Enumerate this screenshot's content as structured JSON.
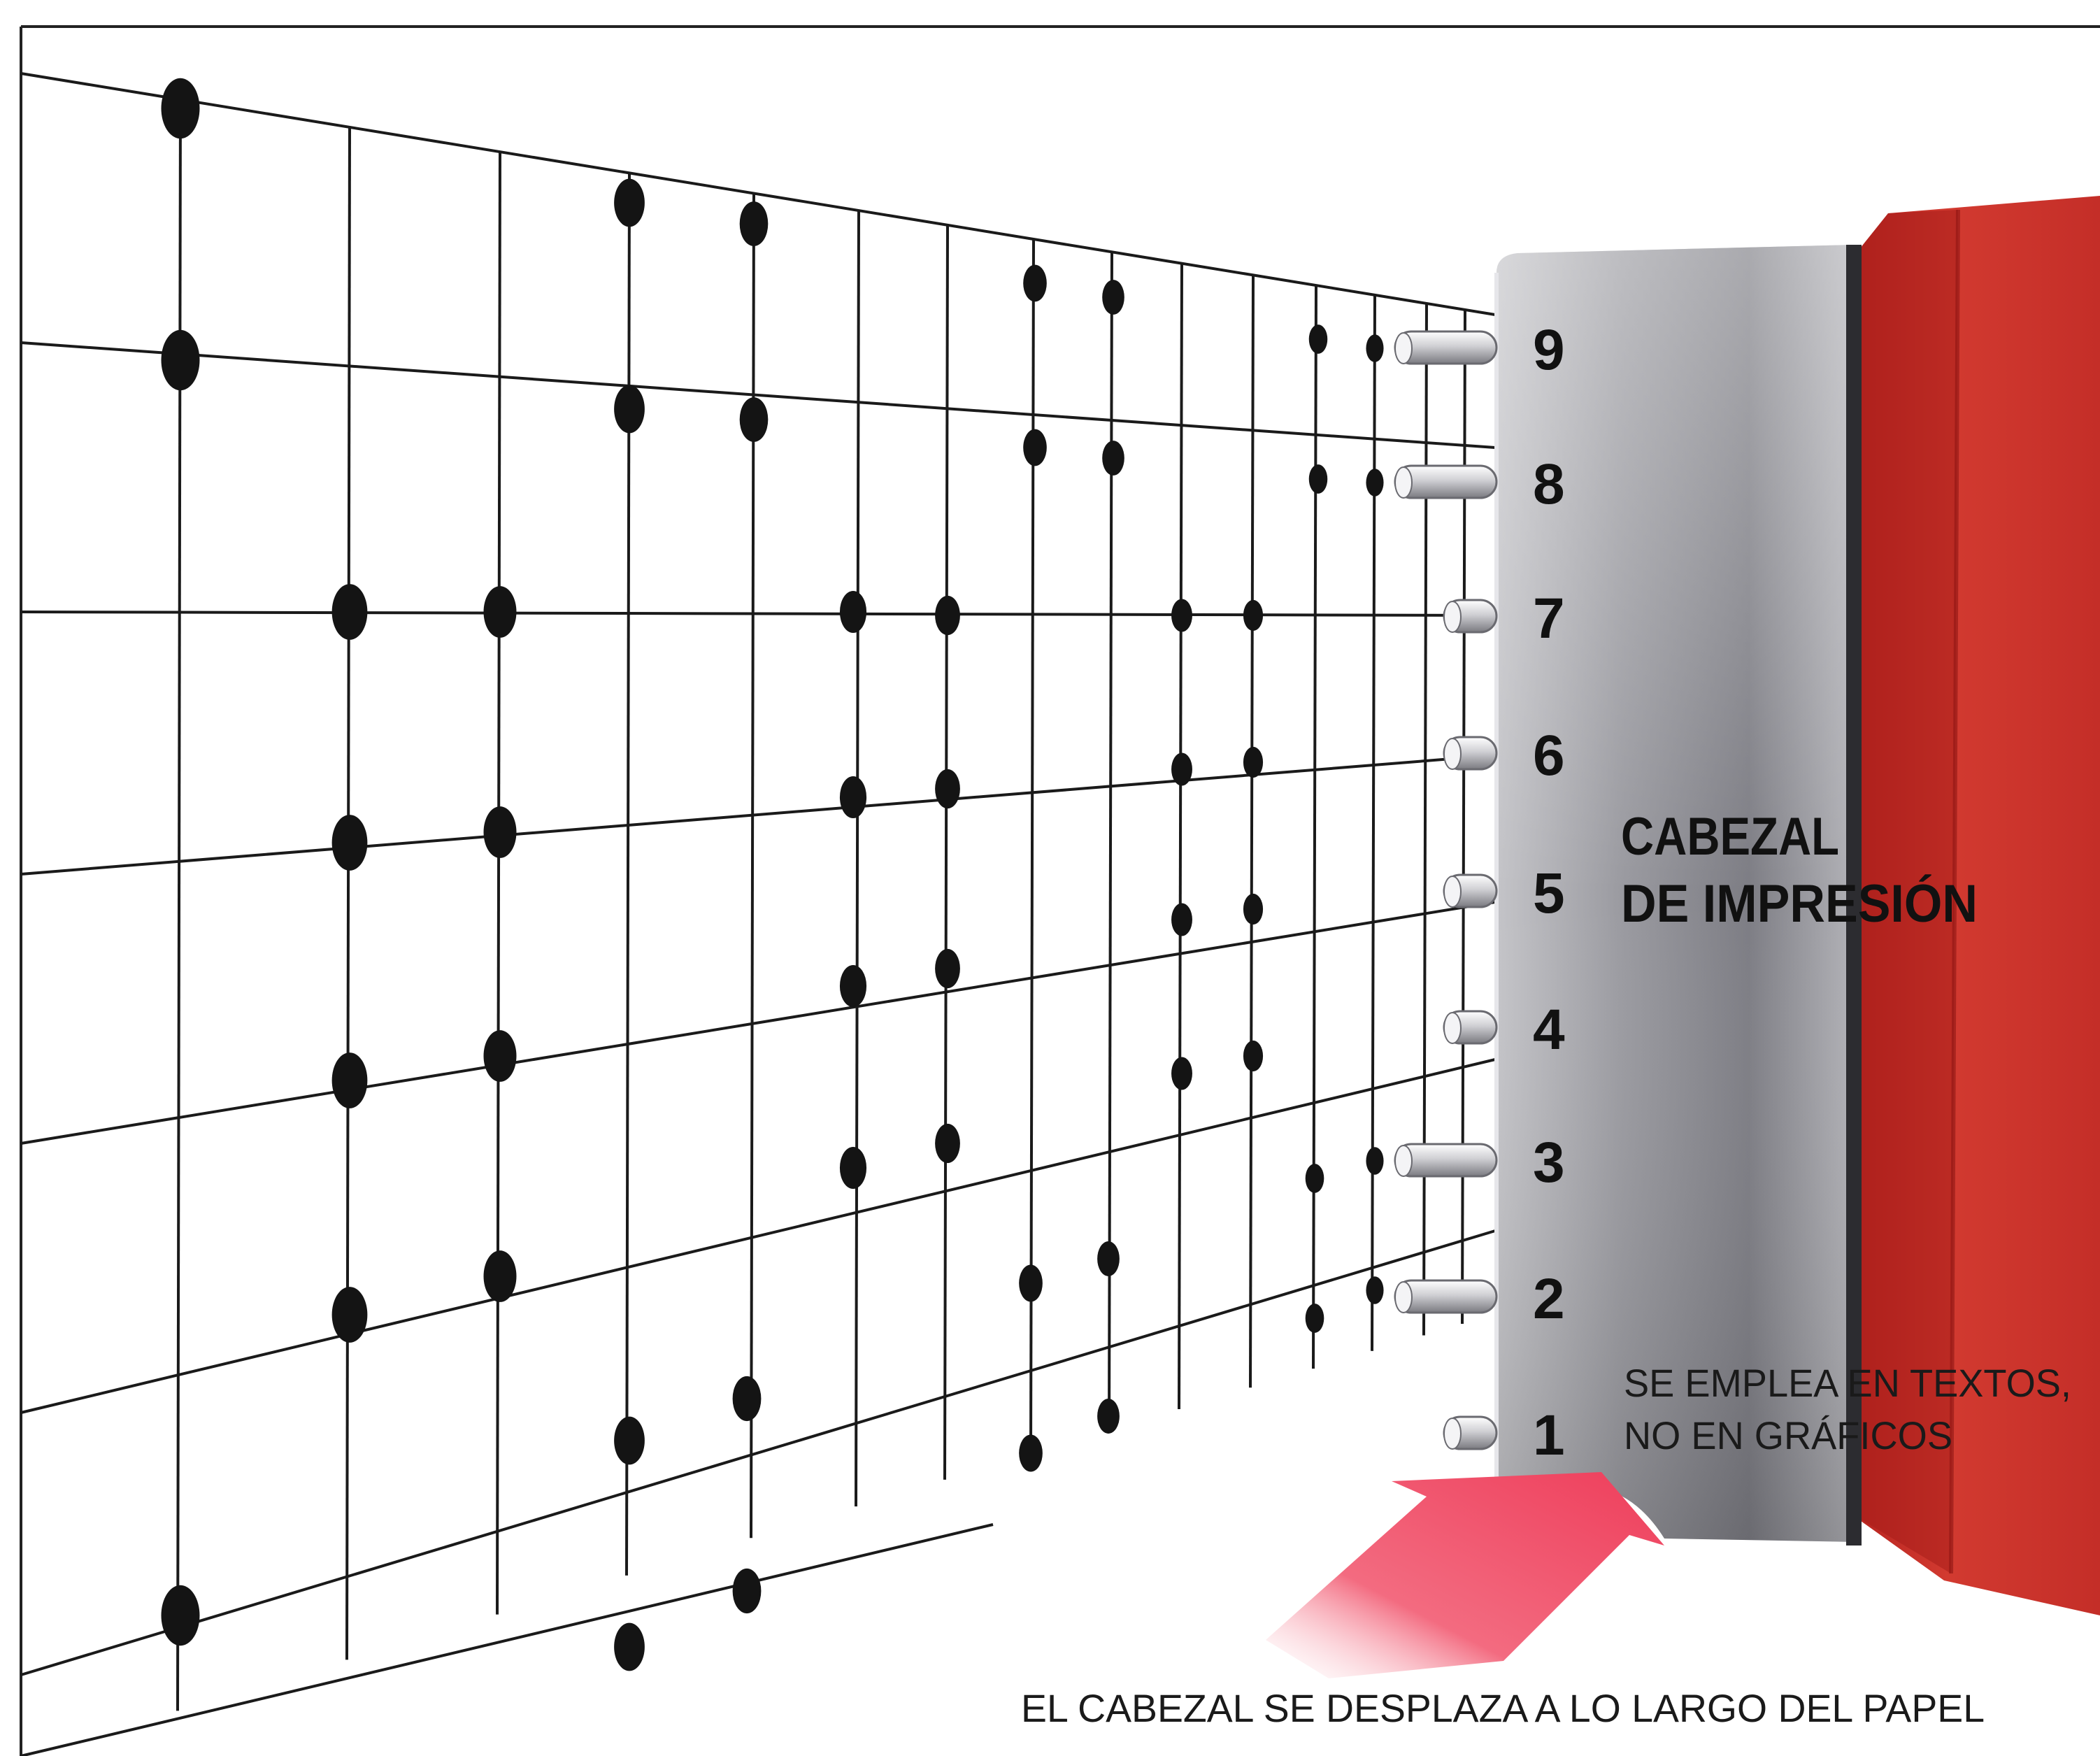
{
  "diagram": {
    "head_label_line1": "CABEZAL",
    "head_label_line2": "DE IMPRESIÓN",
    "note_line1": "SE EMPLEA EN TEXTOS,",
    "note_line2": "NO EN GRÁFICOS",
    "caption": "EL CABEZAL SE DESPLAZA A LO LARGO DEL PAPEL",
    "pin_numbers": [
      "9",
      "8",
      "7",
      "6",
      "5",
      "4",
      "3",
      "2",
      "1"
    ],
    "pins_extended": [
      true,
      true,
      false,
      false,
      false,
      false,
      true,
      true,
      false
    ],
    "colors": {
      "paper": "#ffffff",
      "grid": "#1a1a1a",
      "dot": "#141414",
      "head_metal": "#8e8e94",
      "head_body": "#c9302a",
      "arrow": "#f0506a"
    }
  }
}
